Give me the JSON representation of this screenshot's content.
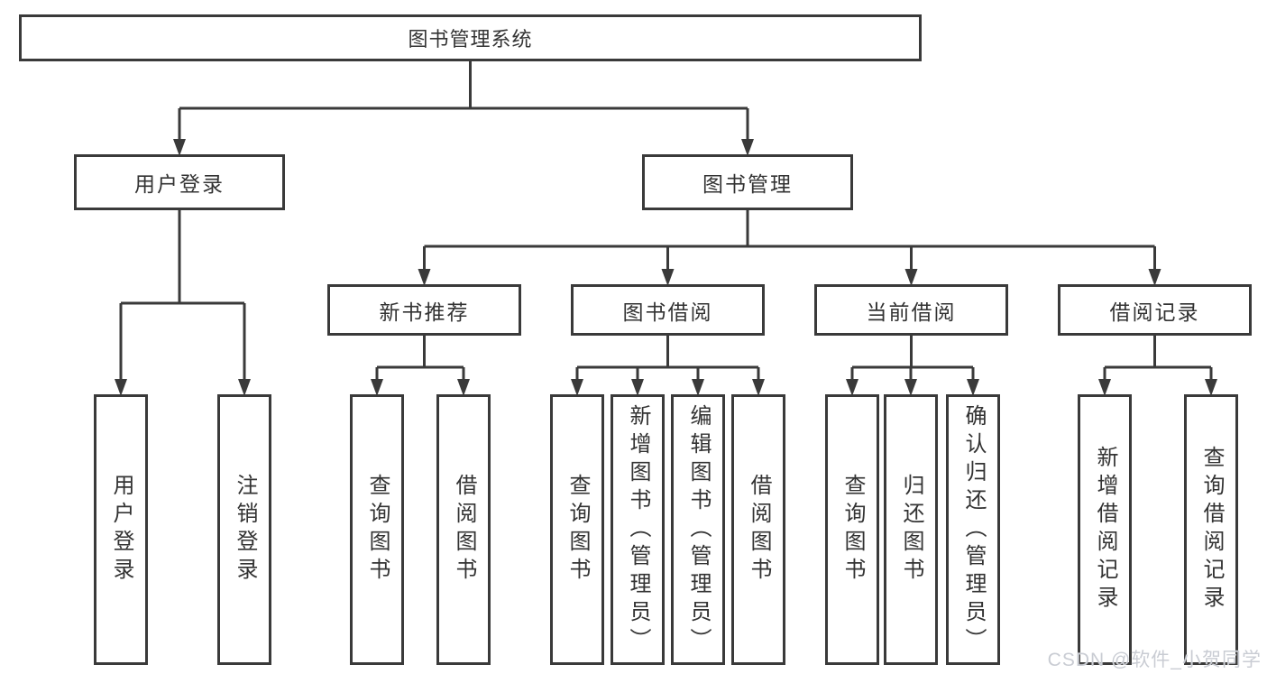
{
  "diagram": {
    "root": {
      "id": "root",
      "label": "图书管理系统"
    },
    "level2": [
      {
        "id": "user-login",
        "label": "用户登录"
      },
      {
        "id": "book-management",
        "label": "图书管理"
      }
    ],
    "level3": [
      {
        "id": "new-book-recommend",
        "label": "新书推荐",
        "parent": "book-management"
      },
      {
        "id": "book-borrow",
        "label": "图书借阅",
        "parent": "book-management"
      },
      {
        "id": "current-borrow",
        "label": "当前借阅",
        "parent": "book-management"
      },
      {
        "id": "borrow-records",
        "label": "借阅记录",
        "parent": "book-management"
      }
    ],
    "leaves": [
      {
        "id": "leaf-user-login",
        "label": "用户登录",
        "parent": "user-login"
      },
      {
        "id": "leaf-logout",
        "label": "注销登录",
        "parent": "user-login"
      },
      {
        "id": "leaf-query-book-1",
        "label": "查询图书",
        "parent": "new-book-recommend"
      },
      {
        "id": "leaf-borrow-book-1",
        "label": "借阅图书",
        "parent": "new-book-recommend"
      },
      {
        "id": "leaf-query-book-2",
        "label": "查询图书",
        "parent": "book-borrow"
      },
      {
        "id": "leaf-add-book",
        "label": "新增图书（管理员）",
        "parent": "book-borrow"
      },
      {
        "id": "leaf-edit-book",
        "label": "编辑图书（管理员）",
        "parent": "book-borrow"
      },
      {
        "id": "leaf-borrow-book-2",
        "label": "借阅图书",
        "parent": "book-borrow"
      },
      {
        "id": "leaf-query-book-3",
        "label": "查询图书",
        "parent": "current-borrow"
      },
      {
        "id": "leaf-return-book",
        "label": "归还图书",
        "parent": "current-borrow"
      },
      {
        "id": "leaf-confirm-return",
        "label": "确认归还（管理员）",
        "parent": "current-borrow"
      },
      {
        "id": "leaf-add-borrow-record",
        "label": "新增借阅记录",
        "parent": "borrow-records"
      },
      {
        "id": "leaf-query-borrow-record",
        "label": "查询借阅记录",
        "parent": "borrow-records"
      }
    ],
    "colors": {
      "line": "#3a3a3a",
      "box_border": "#3a3a3a",
      "text": "#333333",
      "background": "#ffffff",
      "watermark": "#c9ccd3"
    }
  },
  "watermark": {
    "text": "CSDN @软件_小贺同学"
  }
}
